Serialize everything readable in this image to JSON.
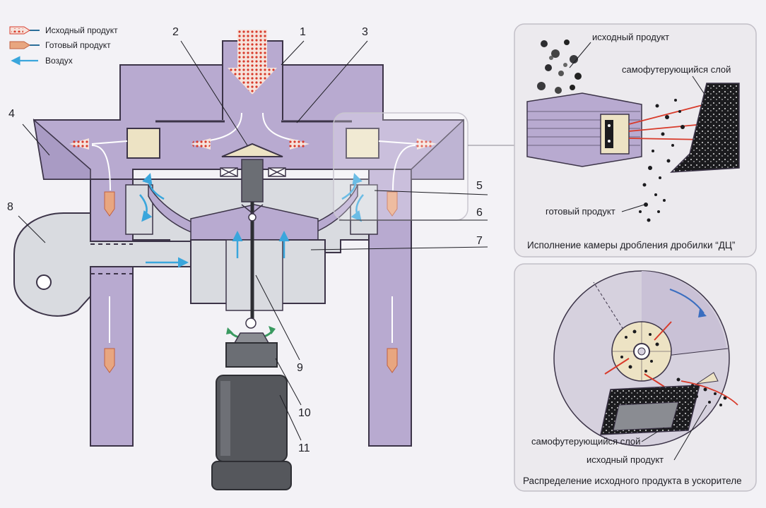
{
  "legend": {
    "items": [
      {
        "label": "Исходный продукт"
      },
      {
        "label": "Готовый продукт"
      },
      {
        "label": "Воздух"
      }
    ]
  },
  "callouts": [
    "1",
    "2",
    "3",
    "4",
    "5",
    "6",
    "7",
    "8",
    "9",
    "10",
    "11"
  ],
  "panel_top": {
    "caption": "Исполнение камеры дробления дробилки “ДЦ”",
    "labels": {
      "feed": "исходный продукт",
      "self_lining": "самофутерующийся слой",
      "finished": "готовый продукт"
    }
  },
  "panel_bottom": {
    "caption": "Распределение исходного продукта в ускорителе",
    "labels": {
      "self_lining": "самофутерующийся слой",
      "feed": "исходный продукт"
    }
  },
  "colors": {
    "housing": "#b8aad0",
    "housing_edge": "#3c3448",
    "inner": "#d9dbe0",
    "feed_arrow": "#d83a2a",
    "product_arrow": "#e8a680",
    "air_arrow": "#3aa6dc",
    "motor": "#55575c",
    "panel_bg": "#eceaee"
  }
}
